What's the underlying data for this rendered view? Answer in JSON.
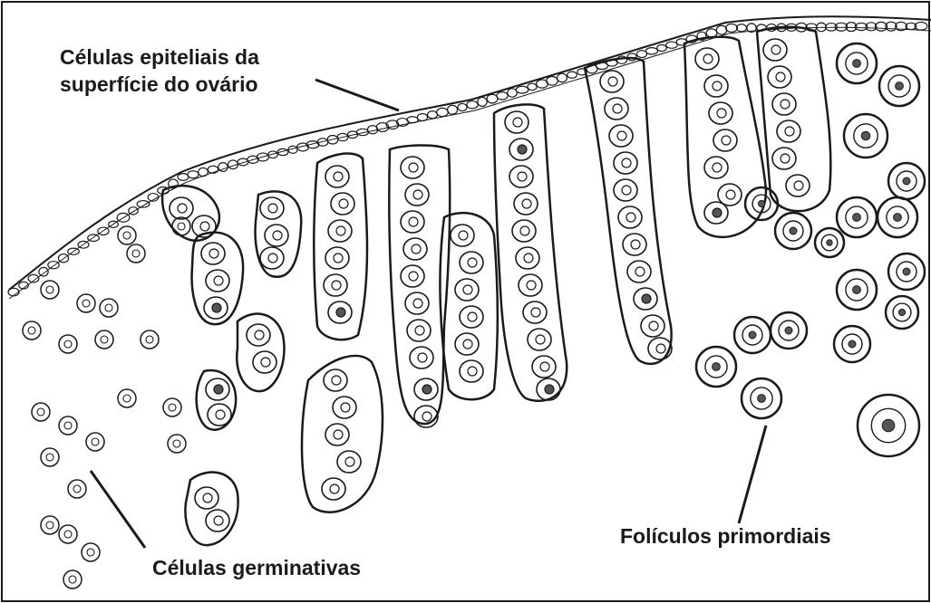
{
  "labels": {
    "epithelial_line1": "Células epiteliais da",
    "epithelial_line2": "superfície do ovário",
    "primordial_follicles": "Folículos primordiais",
    "germ_cells": "Células germinativas"
  },
  "colors": {
    "ink": "#1a1a1a",
    "nucleus_fill": "#555555",
    "background": "#ffffff"
  }
}
